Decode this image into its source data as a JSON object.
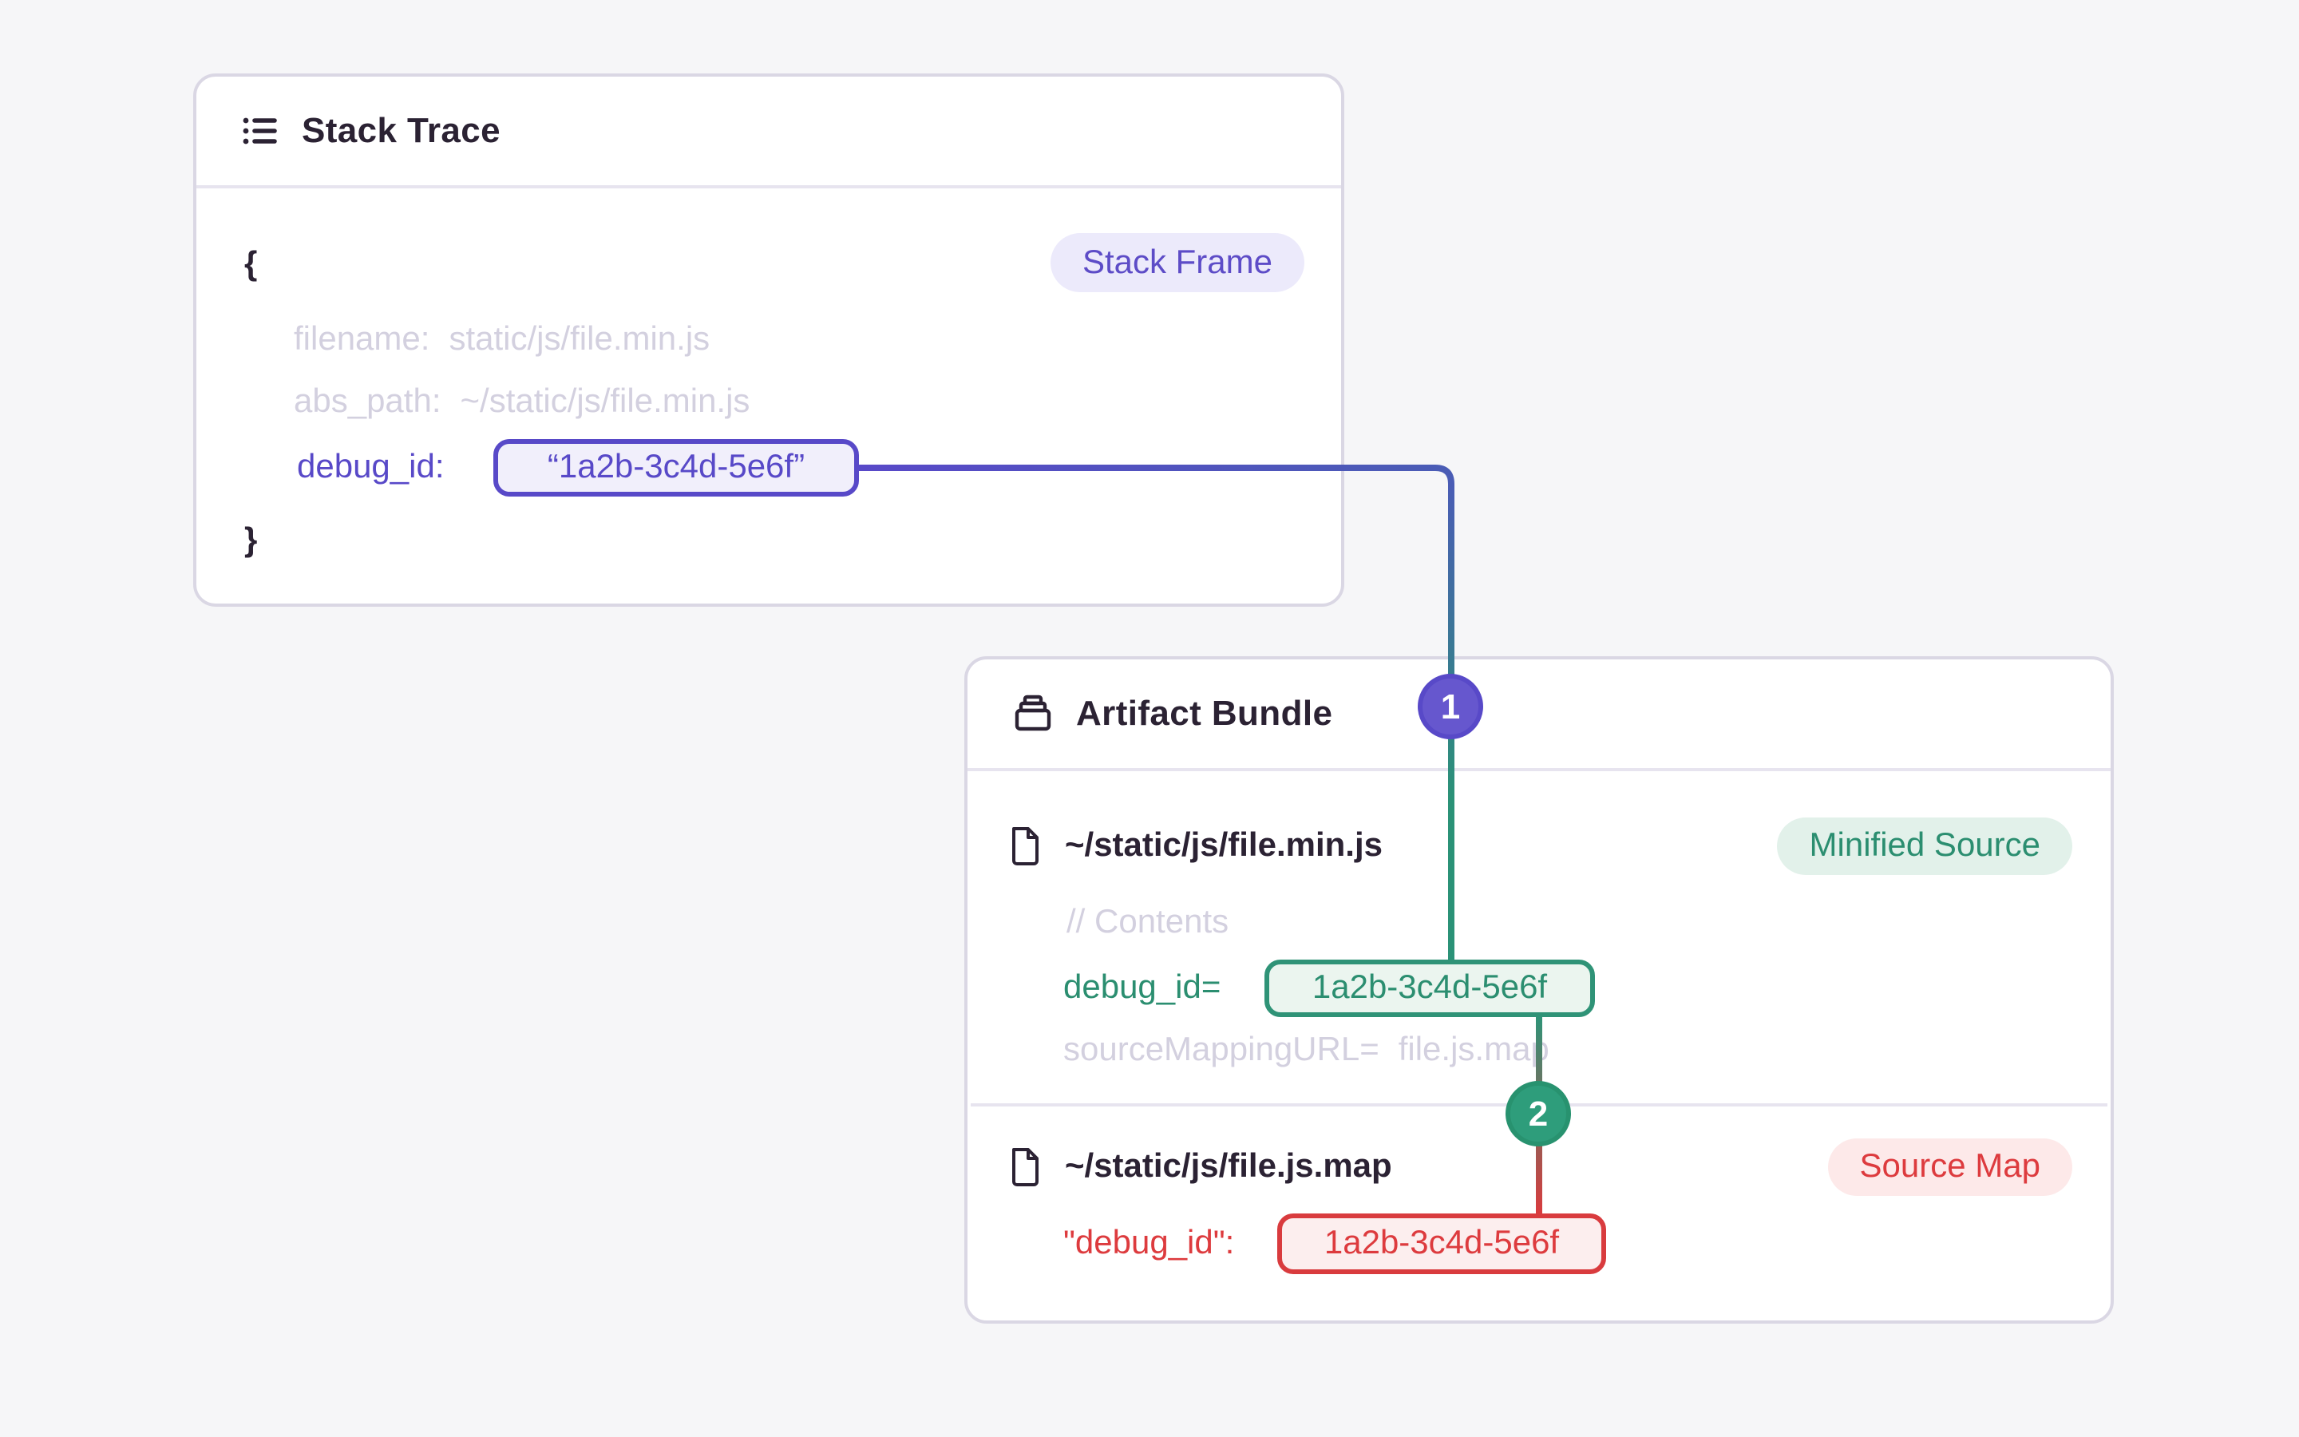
{
  "colors": {
    "accent_purple": "#5849C8",
    "accent_green": "#2B8E70",
    "accent_red": "#DD3B3E",
    "text_dark": "#2B2233",
    "text_muted": "#D3D0DF",
    "card_border": "#DAD7E4",
    "page_bg": "#F6F6F8"
  },
  "stack_trace": {
    "title": "Stack Trace",
    "frame_badge": "Stack Frame",
    "brace_open": "{",
    "brace_close": "}",
    "fields": [
      {
        "key": "filename:",
        "value": "static/js/file.min.js"
      },
      {
        "key": "abs_path:",
        "value": "~/static/js/file.min.js"
      },
      {
        "key": "debug_id:",
        "value": "“1a2b-3c4d-5e6f”"
      }
    ]
  },
  "artifact_bundle": {
    "title": "Artifact Bundle",
    "minified_file": {
      "path": "~/static/js/file.min.js",
      "badge": "Minified Source",
      "comment": "// Contents",
      "debug_key": "debug_id=",
      "debug_value": "1a2b-3c4d-5e6f",
      "mapping_key": "sourceMappingURL=",
      "mapping_value": "file.js.map"
    },
    "sourcemap_file": {
      "path": "~/static/js/file.js.map",
      "badge": "Source Map",
      "debug_key": "\"debug_id\":",
      "debug_value": "1a2b-3c4d-5e6f"
    }
  },
  "markers": {
    "one": "1",
    "two": "2"
  }
}
